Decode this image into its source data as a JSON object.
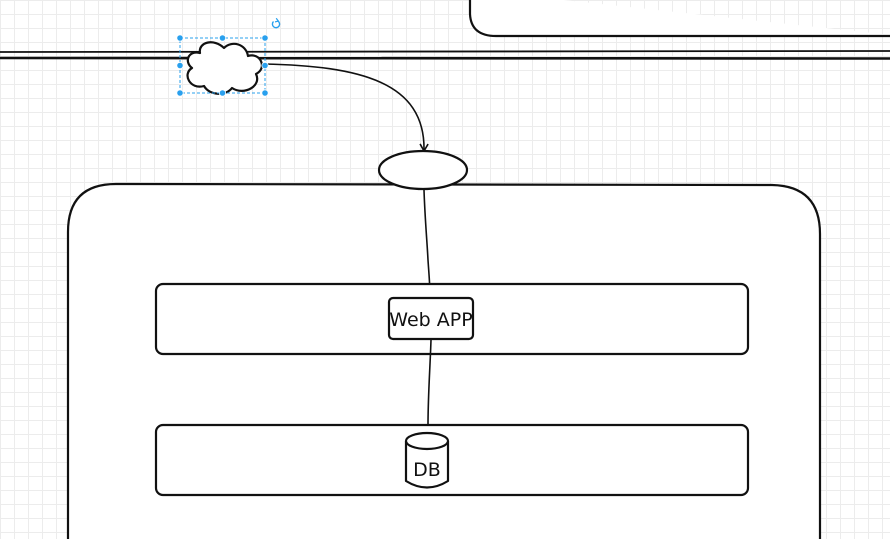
{
  "diagram": {
    "nodes": {
      "web_app": {
        "label": "Web APP"
      },
      "db": {
        "label": "DB"
      }
    },
    "selection": {
      "selected_node": "cloud",
      "handle_color": "#29a0ee"
    },
    "edges": [
      {
        "from": "cloud",
        "to": "gateway-ellipse"
      },
      {
        "from": "gateway-ellipse",
        "to": "web_app"
      },
      {
        "from": "web_app",
        "to": "db"
      }
    ],
    "style": {
      "stroke_color": "#111111",
      "grid_color": "#ececec",
      "background": "#ffffff"
    }
  }
}
